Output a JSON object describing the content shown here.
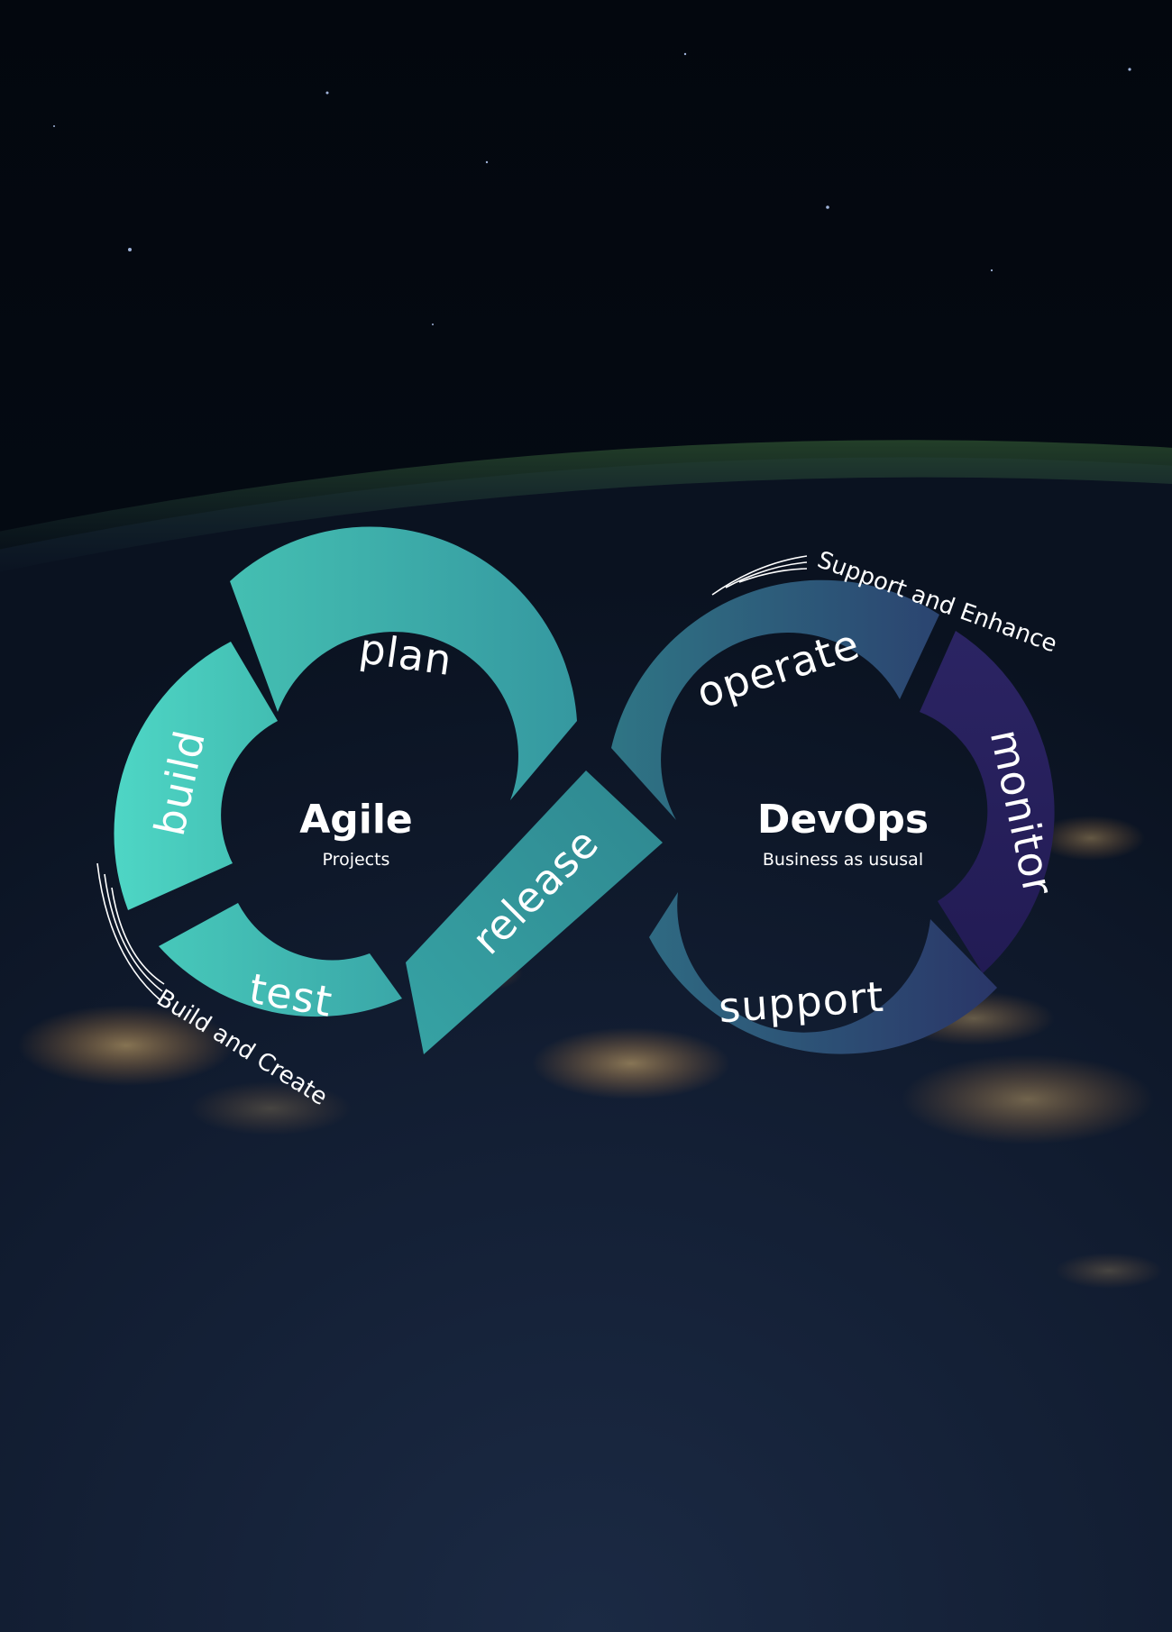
{
  "diagram": {
    "left_loop": {
      "title": "Agile",
      "subtitle": "Projects",
      "stages": {
        "plan": "plan",
        "build": "build",
        "test": "test"
      },
      "caption": "Build and Create"
    },
    "crossing": {
      "release": "release"
    },
    "right_loop": {
      "title": "DevOps",
      "subtitle": "Business as ususal",
      "stages": {
        "operate": "operate",
        "monitor": "monitor",
        "support": "support"
      },
      "caption": "Support and Enhance"
    },
    "colors": {
      "agile_teal": "#46c9bb",
      "transition_teal": "#2f8f94",
      "devops_blue": "#2e5a7a",
      "devops_purple": "#2a1f5e",
      "label": "#ffffff"
    }
  }
}
